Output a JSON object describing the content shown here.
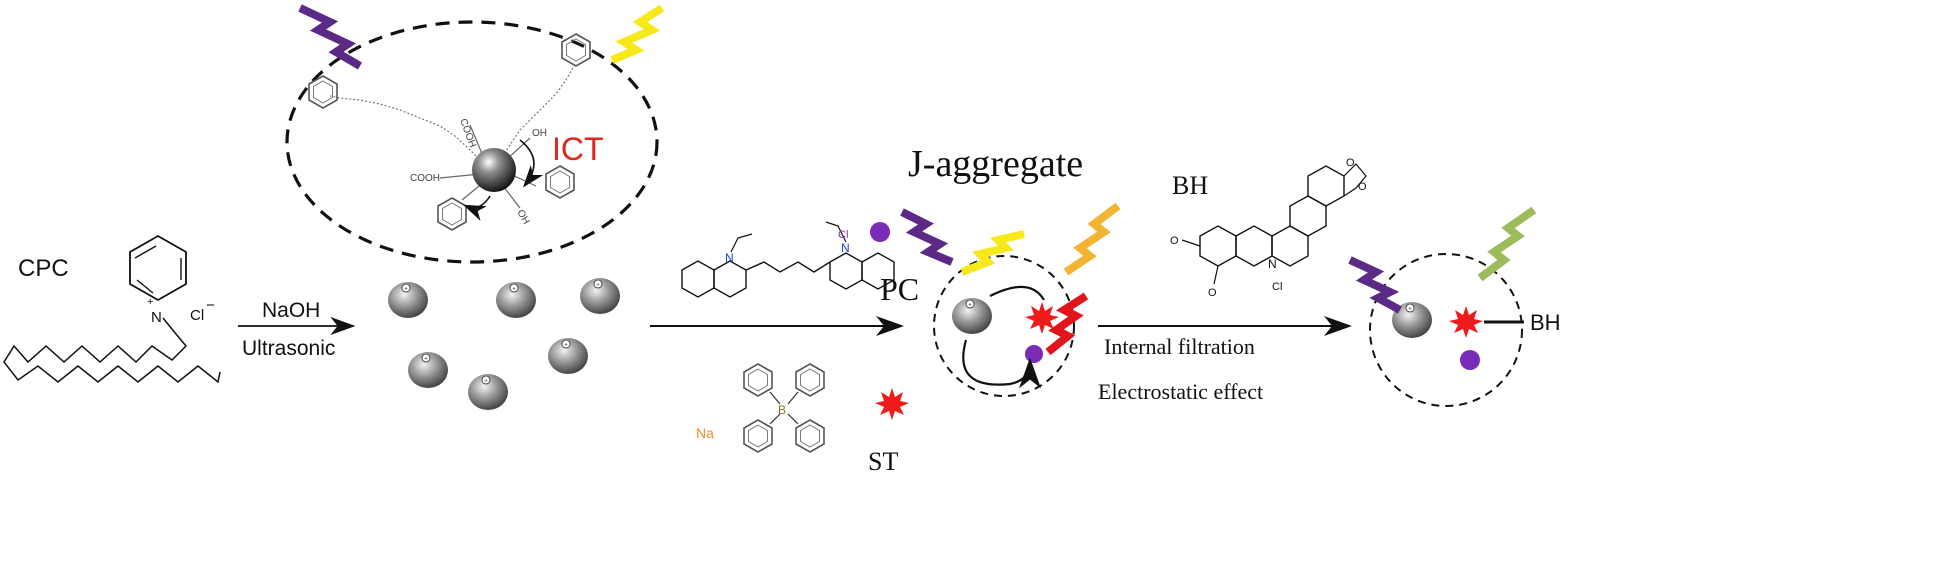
{
  "labels": {
    "cpc": "CPC",
    "chloride_cpc": "Cl",
    "nitrogen": "N",
    "naoh": "NaOH",
    "ultrasonic": "Ultrasonic",
    "ict": "ICT",
    "cooh": "COOH",
    "oh": "OH",
    "j_aggregate": "J-aggregate",
    "pc": "PC",
    "st": "ST",
    "bh_title": "BH",
    "bh_right": "BH",
    "internal_filtration": "Internal filtration",
    "electrostatic_effect": "Electrostatic effect",
    "pc_counterion": "Cl",
    "bh_counterion": "Cl",
    "sodium": "Na",
    "boron": "B",
    "methoxy": "O",
    "methylenedioxy": "O"
  },
  "colors": {
    "violet_light": "#5b2a86",
    "yellow_light": "#f7e81c",
    "orange_light": "#f2b431",
    "red_light": "#e1141c",
    "green_light": "#9cbb5a",
    "ict_red": "#e0261f",
    "dot_purple": "#7a2bb8",
    "star_red": "#ef1b1b",
    "sodium_orange": "#f08c1c",
    "boron_olive": "#8a7a22",
    "nitrogen_blue": "#1a3fd0"
  },
  "icons": [
    "lightning-bolt",
    "red-starburst",
    "purple-dot",
    "gray-nanoparticle",
    "arrow"
  ]
}
